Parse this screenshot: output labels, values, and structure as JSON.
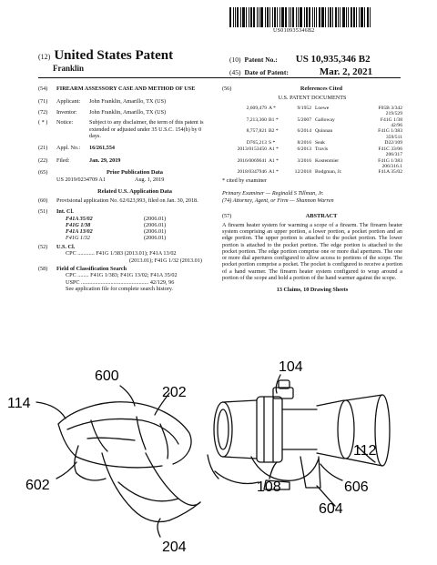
{
  "header": {
    "barcode_text": "US010935346B2",
    "left_code_12": "(12)",
    "doc_type": "United States Patent",
    "inventor_short": "Franklin",
    "patno_code": "(10)",
    "patno_label": "Patent No.:",
    "patno_value": "US 10,935,346 B2",
    "date_code": "(45)",
    "date_label": "Date of Patent:",
    "date_value": "Mar. 2, 2021"
  },
  "left": {
    "f54_code": "(54)",
    "f54_value": "FIREARM ASSESSORY CASE AND METHOD OF USE",
    "f71_code": "(71)",
    "f71_label": "Applicant:",
    "f71_value": "John Franklin, Amarillo, TX (US)",
    "f72_code": "(72)",
    "f72_label": "Inventor:",
    "f72_value": "John Franklin, Amarillo, TX (US)",
    "notice_code": "( * )",
    "notice_label": "Notice:",
    "notice_value": "Subject to any disclaimer, the term of this patent is extended or adjusted under 35 U.S.C. 154(b) by 0 days.",
    "f21_code": "(21)",
    "f21_label": "Appl. No.:",
    "f21_value": "16/261,554",
    "f22_code": "(22)",
    "f22_label": "Filed:",
    "f22_value": "Jan. 29, 2019",
    "f65_code": "(65)",
    "f65_title": "Prior Publication Data",
    "f65_pub": "US 2019/0234709 A1",
    "f65_date": "Aug. 1, 2019",
    "related_title": "Related U.S. Application Data",
    "f60_code": "(60)",
    "f60_value": "Provisional application No. 62/623,993, filed on Jan. 30, 2018.",
    "f51_code": "(51)",
    "f51_title": "Int. Cl.",
    "int_cl": [
      {
        "cls": "F41A 35/02",
        "ver": "(2006.01)"
      },
      {
        "cls": "F41G 1/38",
        "ver": "(2006.01)"
      },
      {
        "cls": "F41A 13/02",
        "ver": "(2006.01)"
      },
      {
        "cls": "F41G 1/32",
        "ver": "(2006.01)"
      }
    ],
    "f52_code": "(52)",
    "f52_title": "U.S. Cl.",
    "cpc_line1": "CPC ............ F41G 1/383 (2013.01); F41A 13/02",
    "cpc_line2": "(2013.01); F41G 1/32 (2013.01)",
    "f58_code": "(58)",
    "f58_title": "Field of Classification Search",
    "f58_line1": "CPC ........ F41G 1/383; F41G 13/02; F41A 35/02",
    "f58_line2": "USPC ................................................ 42/129, 96",
    "f58_line3": "See application file for complete search history."
  },
  "right": {
    "f56_code": "(56)",
    "f56_title": "References Cited",
    "docs_title": "U.S. PATENT DOCUMENTS",
    "citations": [
      {
        "num": "2,609,479",
        "kind": "A *",
        "date": "9/1952",
        "name": "Loewe",
        "cls": "F05B 3/342",
        "sub": "219/529"
      },
      {
        "num": "7,213,360",
        "kind": "B1 *",
        "date": "5/2007",
        "name": "Galloway",
        "cls": "F41G 1/38",
        "sub": "42/96"
      },
      {
        "num": "8,757,821",
        "kind": "B2 *",
        "date": "6/2014",
        "name": "Quinnan",
        "cls": "F41G 1/383",
        "sub": "359/511"
      },
      {
        "num": "D765,213",
        "kind": "S *",
        "date": "8/2016",
        "name": "Seak",
        "cls": "D22/109",
        "sub": ""
      },
      {
        "num": "2013/0153450",
        "kind": "A1 *",
        "date": "6/2013",
        "name": "Travis",
        "cls": "F41C 33/06",
        "sub": "206/317"
      },
      {
        "num": "2016/0069641",
        "kind": "A1 *",
        "date": "3/2016",
        "name": "Kostenmier",
        "cls": "F41G 1/383",
        "sub": "206/316.1"
      },
      {
        "num": "2018/0347946",
        "kind": "A1 *",
        "date": "12/2018",
        "name": "Bodgman, Jr.",
        "cls": "F41A 35/02",
        "sub": ""
      }
    ],
    "cited_by": "* cited by examiner",
    "examiner": "Primary Examiner — Reginald S Tillman, Jr.",
    "attorney": "(74) Attorney, Agent, or Firm — Shannon Warren",
    "f57_code": "(57)",
    "abstract_title": "ABSTRACT",
    "abstract_text": "A firearm heater system for warming a scope of a firearm. The firearm heater system comprising an upper portion, a lower portion, a pocket portion and an edge portion. The upper portion is attached to the pocket portion. The lower portion is attached to the pocket portion. The edge portion is attached to the pocket portion. The edge portion comprise one or more dial apertures. The one or more dial apertures configured to allow access to portions of the scope. The pocket portion comprise a pocket. The pocket is configured to receive a portion of a hand warmer. The firearm heater system configured to wrap around a portion of the scope and hold a portion of the hand warmer against the scope.",
    "claims": "13 Claims, 10 Drawing Sheets"
  },
  "drawing": {
    "labels": {
      "l600": "600",
      "l202": "202",
      "l114": "114",
      "l602": "602",
      "l204": "204",
      "l104": "104",
      "l112": "112",
      "l108": "108",
      "l606": "606",
      "l604": "604"
    }
  }
}
